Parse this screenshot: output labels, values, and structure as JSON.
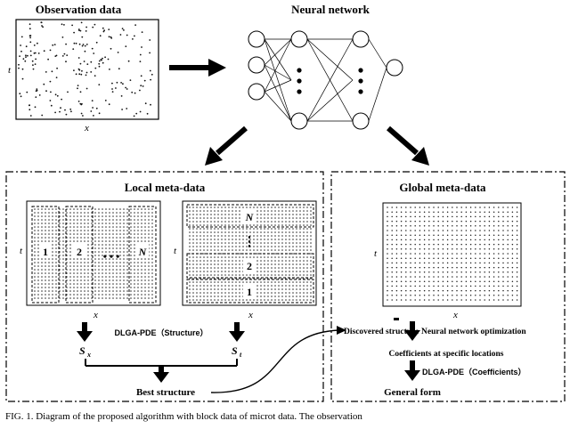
{
  "figure": {
    "observation_title": "Observation data",
    "network_title": "Neural network",
    "axis_t": "t",
    "axis_x": "x",
    "local_title": "Local meta-data",
    "global_title": "Global meta-data",
    "strip_1": "1",
    "strip_2": "2",
    "strip_n": "N",
    "ellipsis_h": "• • •",
    "ellipsis_v": "⋮",
    "dlga_structure": "DLGA-PDE（Structure）",
    "sx_symbol": "S",
    "sx_sub": "x",
    "st_symbol": "S",
    "st_sub": "t",
    "best_structure": "Best structure",
    "discovered_structure": "Discovered structure",
    "nn_optimization": "Neural network optimization",
    "coefficients_locations": "Coefficients at specific locations",
    "dlga_coefficients": "DLGA-PDE（Coefficients）",
    "general_form": "General form",
    "caption": "FIG. 1. Diagram of the proposed algorithm with block data of microt data. The observation"
  }
}
